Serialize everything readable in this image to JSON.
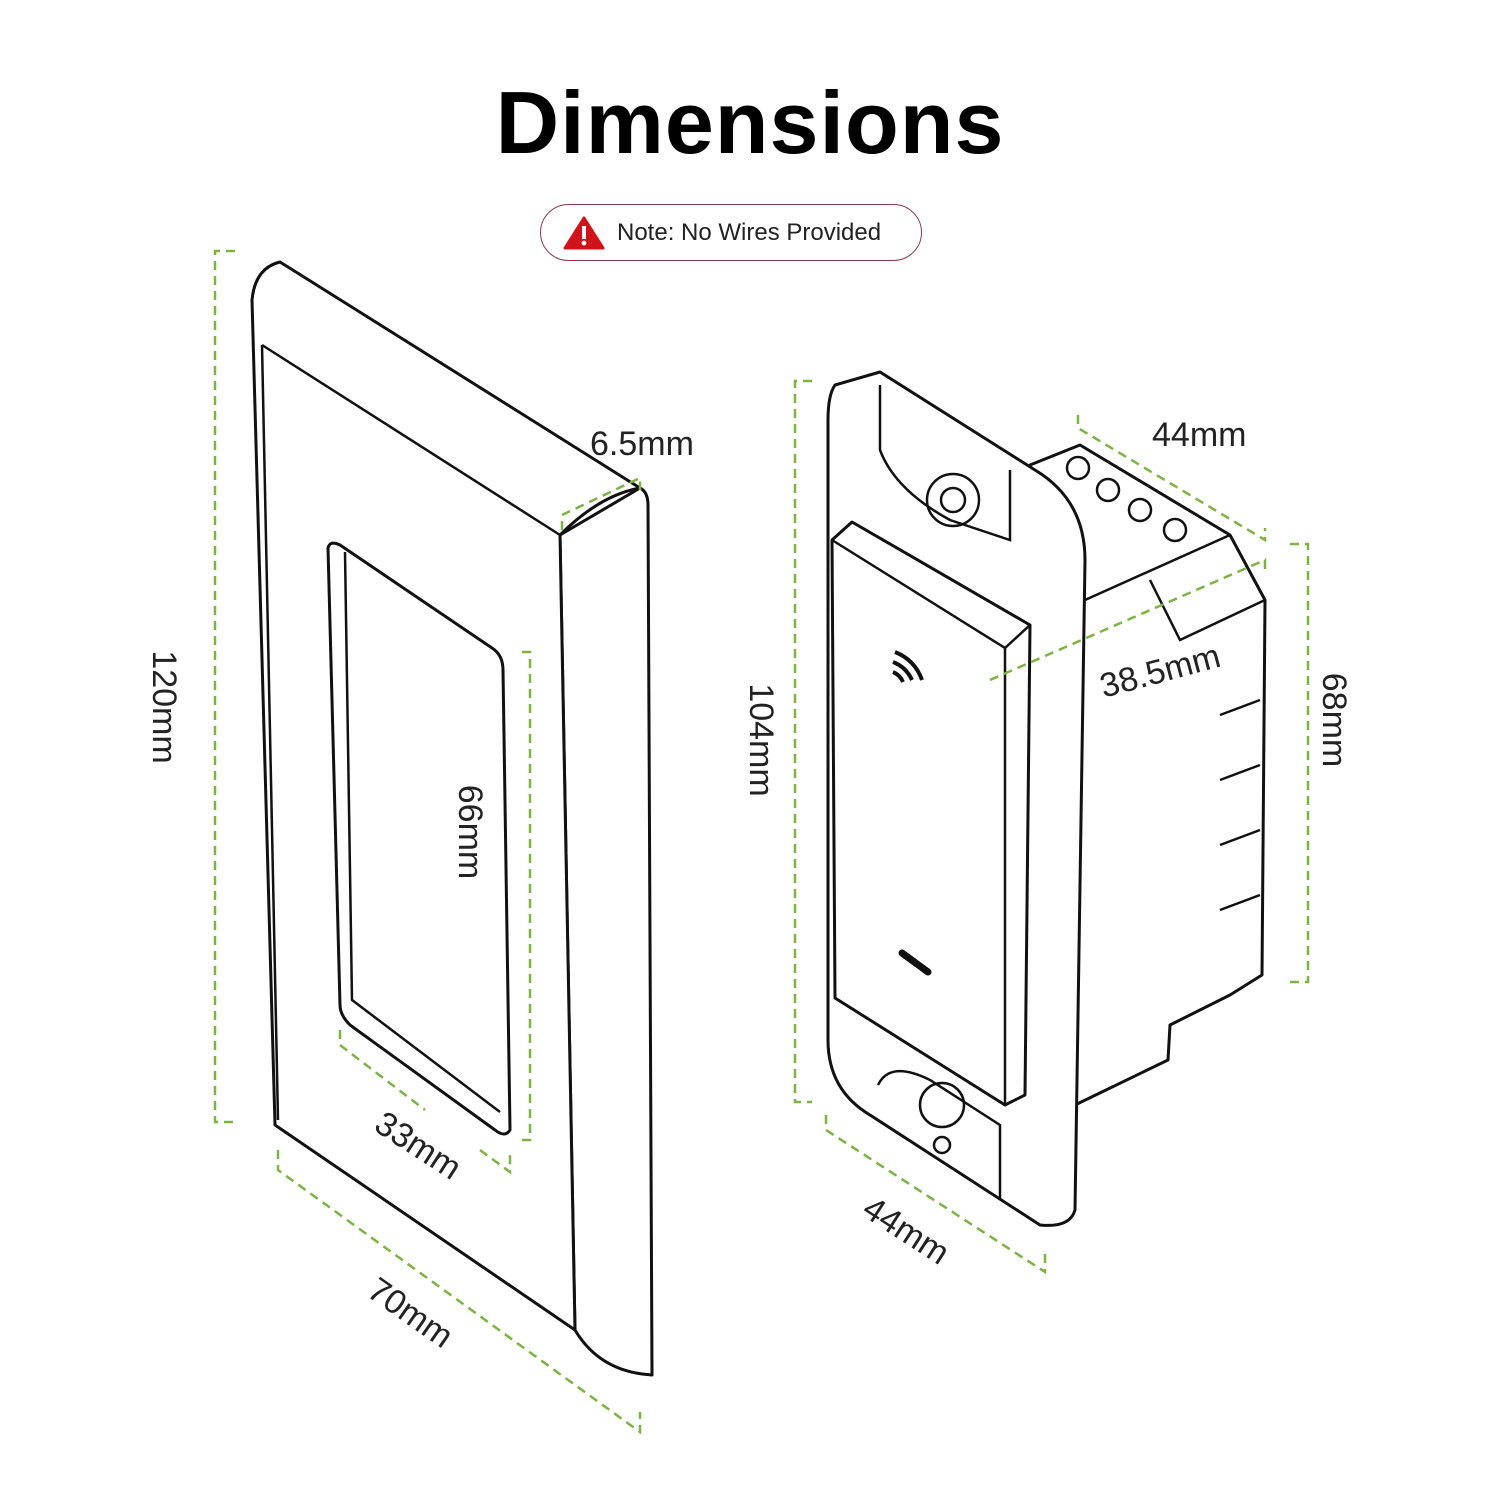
{
  "title": "Dimensions",
  "note": {
    "icon": "warning-triangle-icon",
    "text": "Note: No Wires Provided",
    "icon_color": "#d0121b"
  },
  "dimension_color": "#7cb342",
  "wall_plate": {
    "height": "120mm",
    "depth": "6.5mm",
    "opening_height": "66mm",
    "opening_width": "33mm",
    "width": "70mm"
  },
  "switch": {
    "height": "104mm",
    "width": "44mm",
    "body_width": "44mm",
    "body_depth": "38.5mm",
    "body_height": "68mm"
  }
}
